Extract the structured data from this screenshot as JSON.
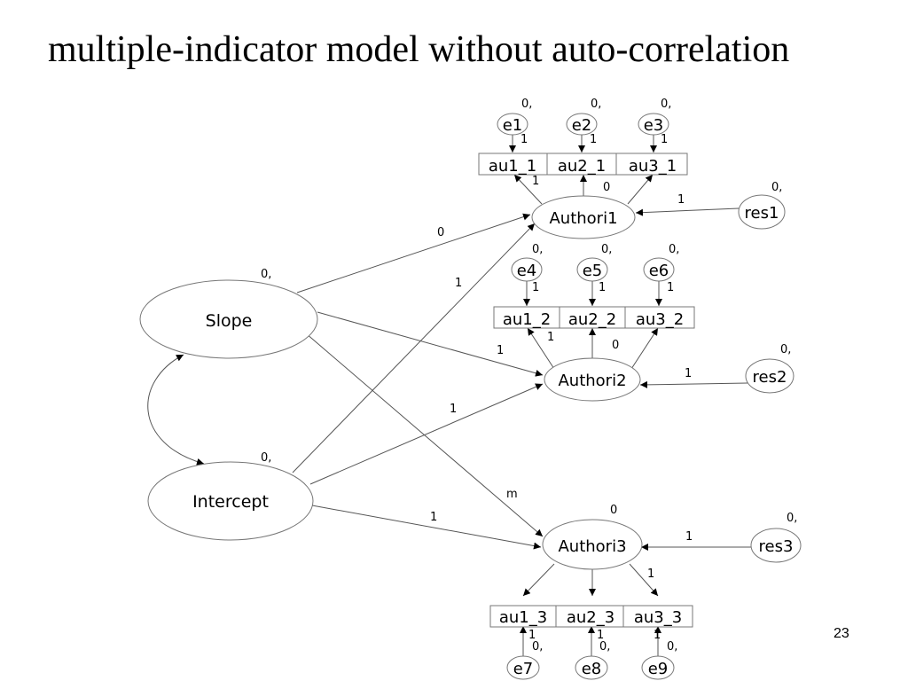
{
  "slide": {
    "title": "multiple-indicator model without auto-correlation",
    "page_number": "23"
  },
  "latents": {
    "slope": {
      "label": "Slope",
      "param": "0,"
    },
    "intercept": {
      "label": "Intercept",
      "param": "0,"
    },
    "authori1": {
      "label": "Authori1",
      "param": "0"
    },
    "authori2": {
      "label": "Authori2",
      "param": "0"
    },
    "authori3": {
      "label": "Authori3",
      "param": "0"
    }
  },
  "residuals": [
    {
      "label": "res1",
      "param": "0,",
      "path": "1"
    },
    {
      "label": "res2",
      "param": "0,",
      "path": "1"
    },
    {
      "label": "res3",
      "param": "0,",
      "path": "1"
    }
  ],
  "indicators": [
    {
      "label": "au1_1",
      "loading": "1",
      "error": "e1",
      "error_param": "0,",
      "error_path": "1"
    },
    {
      "label": "au2_1",
      "loading": "",
      "error": "e2",
      "error_param": "0,",
      "error_path": "1"
    },
    {
      "label": "au3_1",
      "loading": "",
      "error": "e3",
      "error_param": "0,",
      "error_path": "1"
    },
    {
      "label": "au1_2",
      "loading": "1",
      "error": "e4",
      "error_param": "0,",
      "error_path": "1"
    },
    {
      "label": "au2_2",
      "loading": "",
      "error": "e5",
      "error_param": "0,",
      "error_path": "1"
    },
    {
      "label": "au3_2",
      "loading": "",
      "error": "e6",
      "error_param": "0,",
      "error_path": "1"
    },
    {
      "label": "au1_3",
      "loading": "",
      "error": "e7",
      "error_param": "0,",
      "error_path": "1"
    },
    {
      "label": "au2_3",
      "loading": "",
      "error": "e8",
      "error_param": "0,",
      "error_path": "1"
    },
    {
      "label": "au3_3",
      "loading": "1",
      "error": "e9",
      "error_param": "0,",
      "error_path": "1"
    }
  ],
  "paths": {
    "slope_to_authori1": "0",
    "intercept_to_authori1": "1",
    "slope_to_authori2": "1",
    "intercept_to_authori2": "1",
    "slope_to_authori3": "m",
    "intercept_to_authori3": "1"
  }
}
